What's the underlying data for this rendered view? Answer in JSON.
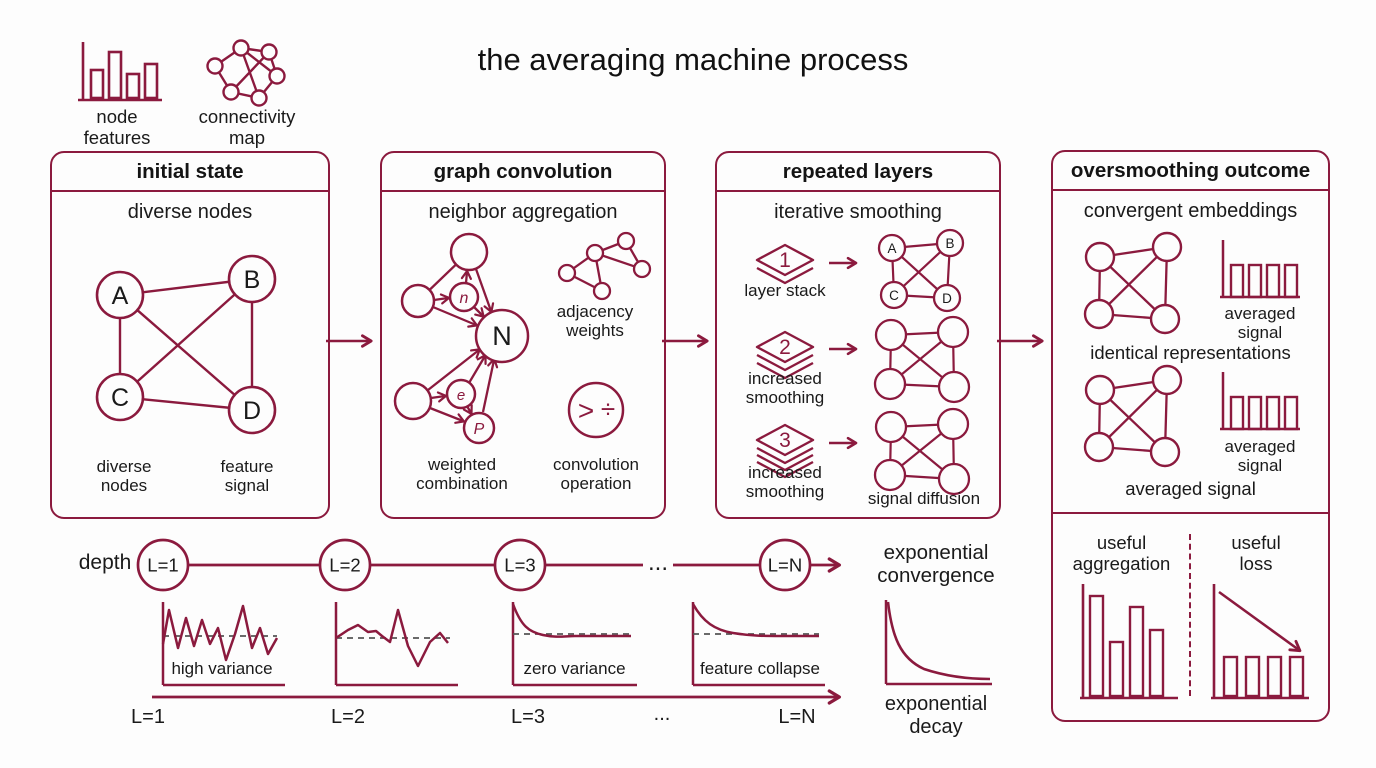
{
  "colors": {
    "accent": "#8B1A3E",
    "ink": "#1a1a1a"
  },
  "header": {
    "title": "the averaging machine process",
    "node_features_label": "node\nfeatures",
    "connectivity_map_label": "connectivity\nmap"
  },
  "panel1": {
    "title": "initial state",
    "subtitle": "diverse nodes",
    "nodes": [
      "A",
      "B",
      "C",
      "D"
    ],
    "caption_left": "diverse\nnodes",
    "caption_right": "feature\nsignal"
  },
  "panel2": {
    "title": "graph convolution",
    "subtitle": "neighbor aggregation",
    "node_n": "n",
    "node_N": "N",
    "node_e": "e",
    "node_P": "P",
    "op_gt": ">",
    "op_div": "÷",
    "adjacency_label": "adjacency\nweights",
    "weighted_label": "weighted\ncombination",
    "convolution_label": "convolution\noperation"
  },
  "panel3": {
    "title": "repeated layers",
    "subtitle": "iterative smoothing",
    "rows": [
      {
        "num": "1",
        "label": "layer stack"
      },
      {
        "num": "2",
        "label": "increased\nsmoothing"
      },
      {
        "num": "3",
        "label": "increased\nsmoothing"
      }
    ],
    "graph_nodes": [
      "A",
      "B",
      "C",
      "D"
    ],
    "caption": "signal diffusion"
  },
  "panel4": {
    "title": "oversmoothing outcome",
    "subtitle": "convergent embeddings",
    "row1_caption": "averaged\nsignal",
    "row1_label": "identical representations",
    "row2_caption": "averaged\nsignal",
    "row2_label": "averaged signal",
    "bottom_left_label": "useful\naggregation",
    "bottom_right_label": "useful\nloss"
  },
  "timeline": {
    "depth_label": "depth",
    "stops": [
      "L=1",
      "L=2",
      "L=3",
      "...",
      "L=N"
    ],
    "chart1_label": "high variance",
    "chart3_label": "zero variance",
    "chart4_label": "feature collapse",
    "axis_labels": [
      "L=1",
      "L=2",
      "L=3",
      "...",
      "L=N"
    ],
    "convergence_title": "exponential\nconvergence",
    "decay_label": "exponential\ndecay"
  }
}
